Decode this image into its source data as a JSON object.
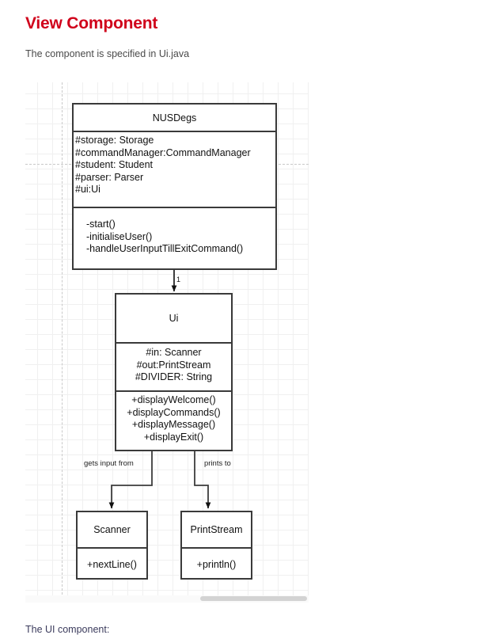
{
  "page": {
    "title": "View Component",
    "subtitle": "The component is specified in Ui.java",
    "trailing_text": "The UI component:",
    "title_color": "#d0021b"
  },
  "diagram": {
    "type": "uml-class-diagram",
    "classes": [
      {
        "id": "nusdegs",
        "name": "NUSDegs",
        "attributes": [
          "#storage: Storage",
          "#commandManager:CommandManager",
          "#student: Student",
          "#parser: Parser",
          "#ui:Ui"
        ],
        "methods": [
          "-start()",
          "-initialiseUser()",
          "-handleUserInputTillExitCommand()"
        ]
      },
      {
        "id": "ui",
        "name": "Ui",
        "attributes": [
          "#in: Scanner",
          "#out:PrintStream",
          "#DIVIDER: String"
        ],
        "methods": [
          "+displayWelcome()",
          "+displayCommands()",
          "+displayMessage()",
          "+displayExit()"
        ]
      },
      {
        "id": "scanner",
        "name": "Scanner",
        "attributes": [],
        "methods": [
          "+nextLine()"
        ]
      },
      {
        "id": "printstream",
        "name": "PrintStream",
        "attributes": [],
        "methods": [
          "+println()"
        ]
      }
    ],
    "connectors": [
      {
        "id": "nusdegs-to-ui",
        "from": "nusdegs",
        "to": "ui",
        "label": "",
        "multiplicity": "1"
      },
      {
        "id": "ui-to-scanner",
        "from": "ui",
        "to": "scanner",
        "label": "gets input from",
        "multiplicity": ""
      },
      {
        "id": "ui-to-printstream",
        "from": "ui",
        "to": "printstream",
        "label": "prints to",
        "multiplicity": ""
      }
    ]
  }
}
